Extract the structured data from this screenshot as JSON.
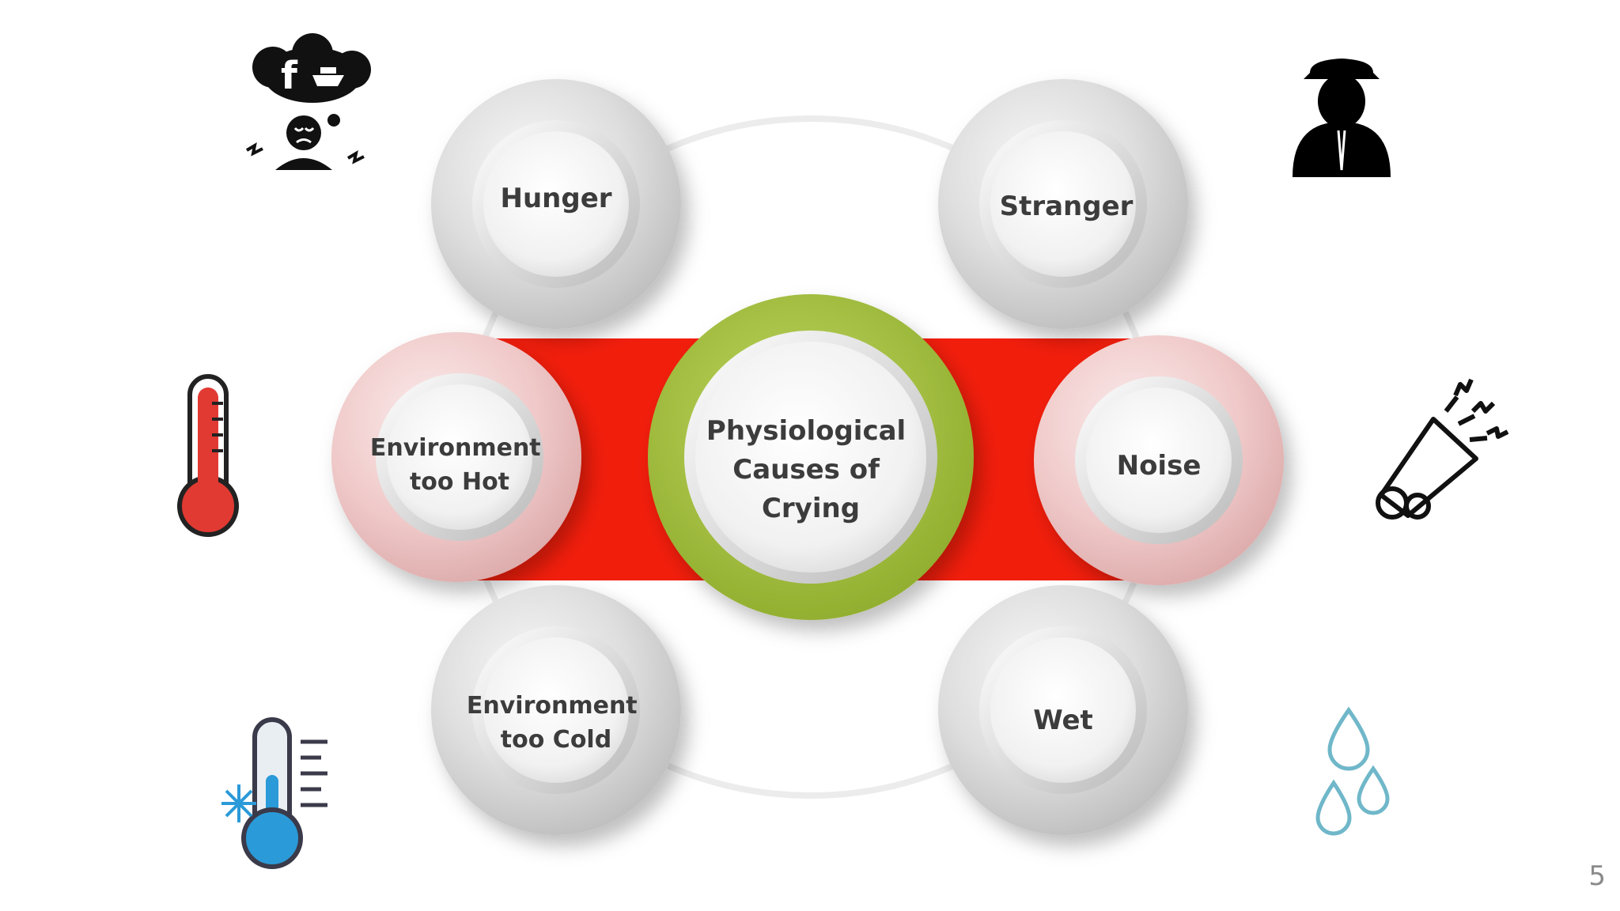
{
  "slide": {
    "page_number": "5",
    "center_label": [
      "Physiological",
      "Causes of",
      "Crying"
    ],
    "causes": {
      "hunger": [
        "Hunger"
      ],
      "stranger": [
        "Stranger"
      ],
      "hot": [
        "Environment",
        "too Hot"
      ],
      "noise": [
        "Noise"
      ],
      "cold": [
        "Environment",
        "too Cold"
      ],
      "wet": [
        "Wet"
      ]
    },
    "icons": {
      "hunger": "hungry-person-icon",
      "stranger": "stranger-silhouette-icon",
      "hot": "hot-thermometer-icon",
      "noise": "megaphone-icon",
      "cold": "cold-thermometer-icon",
      "wet": "water-drops-icon"
    },
    "colors": {
      "band": "#f21e0c",
      "center_ring": "#a9c23f",
      "hot_halo": "#f3c5c5",
      "noise_halo": "#f3c5c5",
      "thermo_hot": "#e03a32",
      "thermo_cold": "#2a9ad8",
      "drops": "#6fb7c9"
    }
  }
}
